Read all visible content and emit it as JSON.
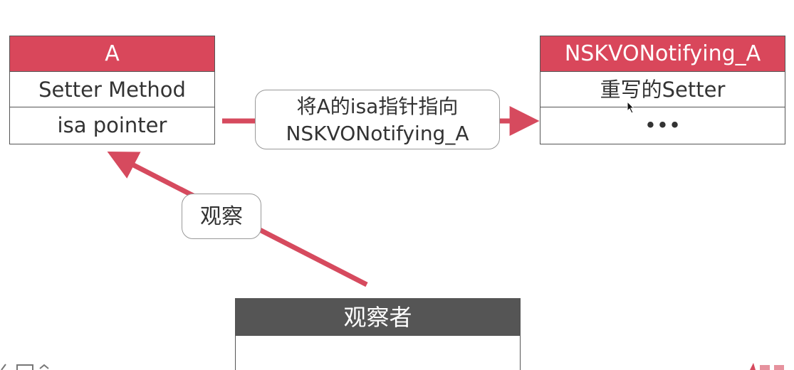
{
  "colors": {
    "header_red": "#d9475b",
    "header_dark": "#555555",
    "arrow": "#d64a5e",
    "border": "#555555"
  },
  "class_a": {
    "title": "A",
    "rows": [
      "Setter Method",
      "isa pointer"
    ]
  },
  "class_nskvo": {
    "title": "NSKVONotifying_A",
    "rows": [
      "重写的Setter",
      "•••"
    ]
  },
  "observer": {
    "title": "观察者"
  },
  "labels": {
    "redirect_line1": "将A的isa指针指向",
    "redirect_line2": "NSKVONotifying_A",
    "observe": "观察"
  }
}
